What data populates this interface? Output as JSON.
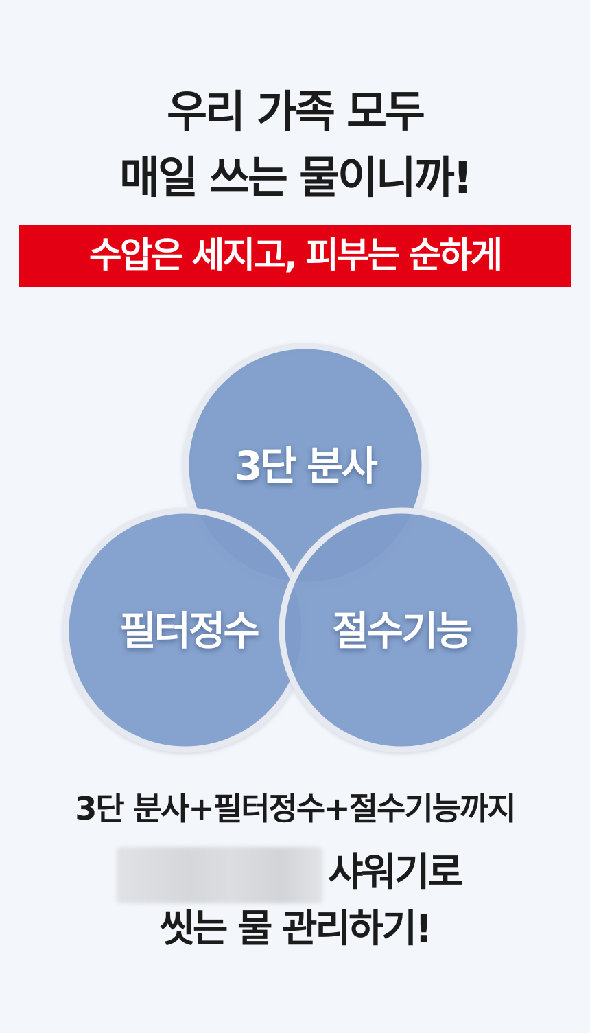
{
  "headline": {
    "line1": "우리 가족 모두",
    "line2": "매일 쓰는 물이니까!"
  },
  "banner": {
    "text": "수압은 세지고, 피부는 순하게",
    "color": "#e40012"
  },
  "venn": {
    "circle_color": "#7d9bcb",
    "ring_color": "#e6e9ef",
    "top_label": "3단 분사",
    "left_label": "필터정수",
    "right_label": "절수기능"
  },
  "captions": {
    "line1": "3단 분사+필터정수+절수기능까지",
    "line2_suffix": "샤워기로",
    "line3": "씻는 물 관리하기!"
  }
}
